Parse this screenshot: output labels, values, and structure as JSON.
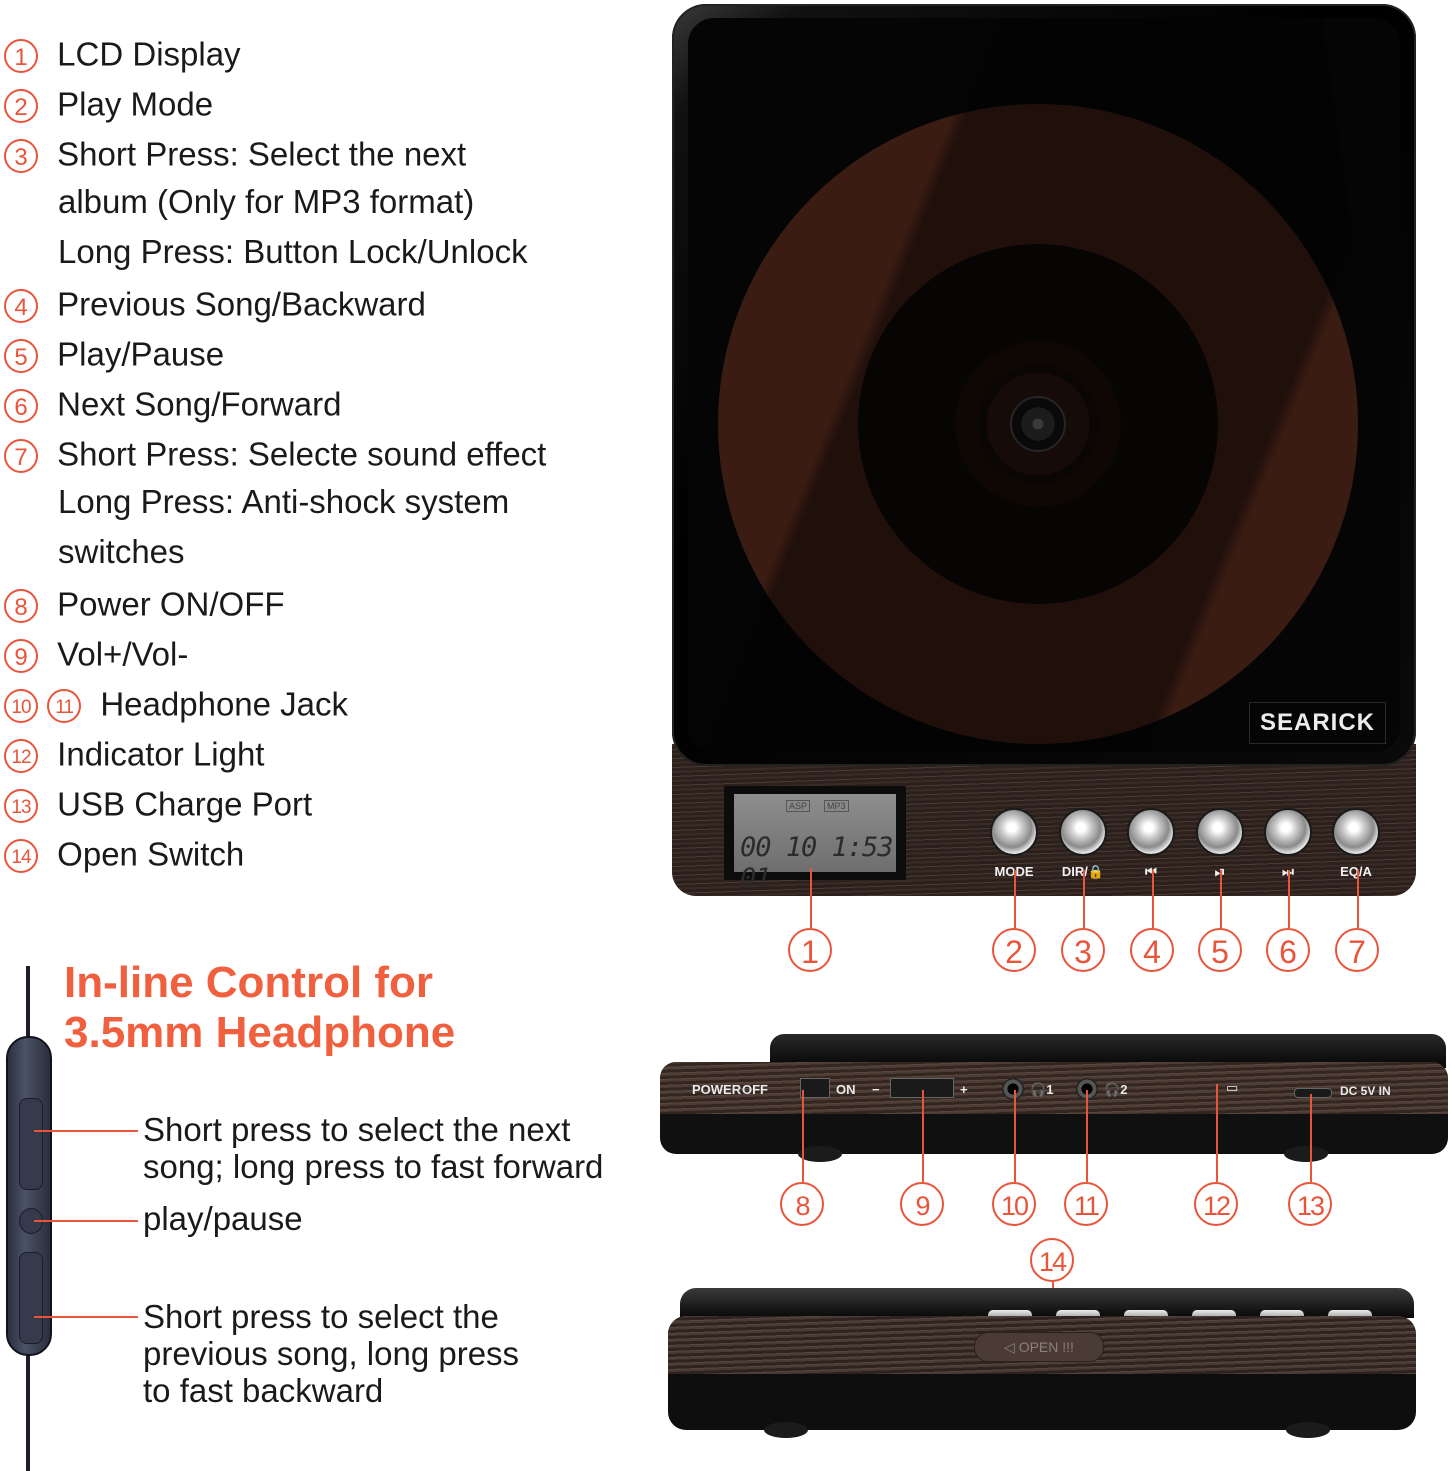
{
  "legend": {
    "items": [
      {
        "nums": [
          "1"
        ],
        "lines": [
          "LCD Display"
        ]
      },
      {
        "nums": [
          "2"
        ],
        "lines": [
          "Play Mode"
        ]
      },
      {
        "nums": [
          "3"
        ],
        "lines": [
          "Short Press: Select the next",
          "album (Only for MP3 format)",
          "Long Press: Button Lock/Unlock"
        ]
      },
      {
        "nums": [
          "4"
        ],
        "lines": [
          "Previous Song/Backward"
        ]
      },
      {
        "nums": [
          "5"
        ],
        "lines": [
          "Play/Pause"
        ]
      },
      {
        "nums": [
          "6"
        ],
        "lines": [
          "Next Song/Forward"
        ]
      },
      {
        "nums": [
          "7"
        ],
        "lines": [
          "Short Press: Selecte sound effect",
          "Long Press: Anti-shock system",
          "switches"
        ]
      },
      {
        "nums": [
          "8"
        ],
        "lines": [
          "Power ON/OFF"
        ]
      },
      {
        "nums": [
          "9"
        ],
        "lines": [
          "Vol+/Vol-"
        ]
      },
      {
        "nums": [
          "10",
          "11"
        ],
        "lines": [
          "Headphone Jack"
        ]
      },
      {
        "nums": [
          "12"
        ],
        "lines": [
          "Indicator Light"
        ]
      },
      {
        "nums": [
          "13"
        ],
        "lines": [
          "USB Charge Port"
        ]
      },
      {
        "nums": [
          "14"
        ],
        "lines": [
          "Open Switch"
        ]
      }
    ]
  },
  "player": {
    "brand": "SEARICK",
    "lcd": {
      "tag1": "ASP",
      "tag2": "MP3",
      "digits": "00 10 1:53 01"
    },
    "buttons": [
      {
        "label": "MODE",
        "callout": "2"
      },
      {
        "label": "DIR/🔒",
        "callout": "3"
      },
      {
        "label": "⏮",
        "callout": "4"
      },
      {
        "label": "⏯",
        "callout": "5"
      },
      {
        "label": "⏭",
        "callout": "6"
      },
      {
        "label": "EQ/A",
        "callout": "7"
      }
    ],
    "lcd_callout": "1"
  },
  "inline": {
    "title_line1": "In-line Control for",
    "title_line2": "3.5mm Headphone",
    "next": [
      "Short press to select the next",
      "song; long press to fast forward"
    ],
    "play": "play/pause",
    "prev": [
      "Short press to select the",
      "previous song, long press",
      "to fast backward"
    ]
  },
  "side1": {
    "power": "POWER",
    "off": "OFF",
    "on": "ON",
    "minus": "−",
    "plus": "+",
    "hp1": "1",
    "hp2": "2",
    "dc": "DC 5V IN",
    "callouts": [
      "8",
      "9",
      "10",
      "11",
      "12",
      "13"
    ]
  },
  "side2": {
    "open": "◁ OPEN !!!",
    "callout": "14"
  },
  "colors": {
    "accent": "#e8553a",
    "title": "#f0603e"
  }
}
